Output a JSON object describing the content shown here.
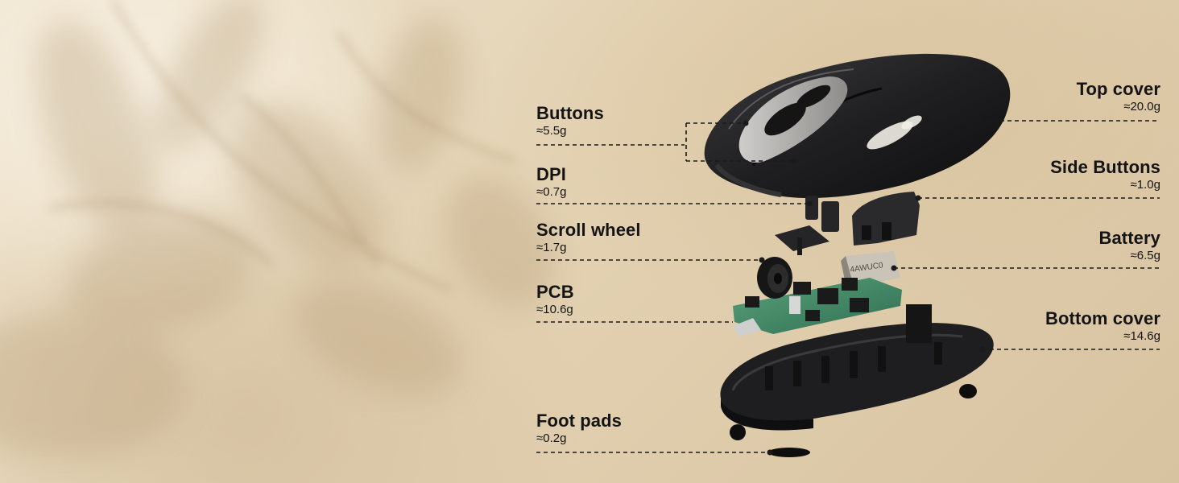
{
  "components": {
    "left": [
      {
        "id": "buttons",
        "name": "Buttons",
        "weight": "≈5.5g"
      },
      {
        "id": "dpi",
        "name": "DPI",
        "weight": "≈0.7g"
      },
      {
        "id": "scroll_wheel",
        "name": "Scroll wheel",
        "weight": "≈1.7g"
      },
      {
        "id": "pcb",
        "name": "PCB",
        "weight": "≈10.6g"
      },
      {
        "id": "foot_pads",
        "name": "Foot pads",
        "weight": "≈0.2g"
      }
    ],
    "right": [
      {
        "id": "top_cover",
        "name": "Top cover",
        "weight": "≈20.0g"
      },
      {
        "id": "side_buttons",
        "name": "Side Buttons",
        "weight": "≈1.0g"
      },
      {
        "id": "battery",
        "name": "Battery",
        "weight": "≈6.5g"
      },
      {
        "id": "bottom_cover",
        "name": "Bottom cover",
        "weight": "≈14.6g"
      }
    ]
  },
  "battery_print": "4AWUC0",
  "colors": {
    "background": "#e6d7bc",
    "text": "#141414",
    "mouse_shell": "#1c1c1e",
    "pcb_green": "#3f8a66"
  }
}
